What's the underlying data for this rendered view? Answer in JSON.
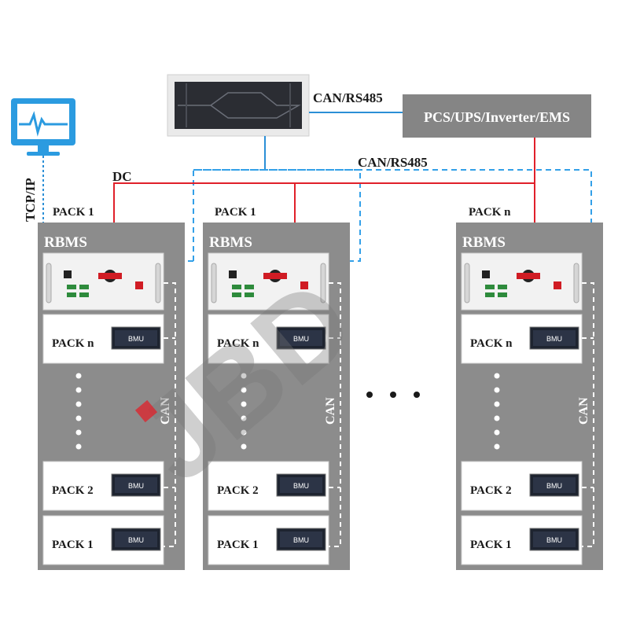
{
  "labels": {
    "tcp_ip": "TCP/IP",
    "dc": "DC",
    "can_rs485_top": "CAN/RS485",
    "can_rs485_bus": "CAN/RS485",
    "pcs": "PCS/UPS/Inverter/EMS",
    "can_vertical": "CAN"
  },
  "watermark": "JBD",
  "colors": {
    "dc_line": "#e0202a",
    "comm_line": "#2b8fd6",
    "comm_dashed": "#33a0e8",
    "rack": "#8c8c8c",
    "pcs_box": "#858585",
    "monitor": "#2b9be0"
  },
  "racks": [
    {
      "top_label": "PACK 1",
      "rbms": "RBMS",
      "packs": [
        {
          "label": "PACK n",
          "bmu": "BMU"
        },
        {
          "label": "PACK 2",
          "bmu": "BMU"
        },
        {
          "label": "PACK 1",
          "bmu": "BMU"
        }
      ]
    },
    {
      "top_label": "PACK 1",
      "rbms": "RBMS",
      "packs": [
        {
          "label": "PACK n",
          "bmu": "BMU"
        },
        {
          "label": "PACK 2",
          "bmu": "BMU"
        },
        {
          "label": "PACK 1",
          "bmu": "BMU"
        }
      ]
    },
    {
      "top_label": "PACK n",
      "rbms": "RBMS",
      "packs": [
        {
          "label": "PACK n",
          "bmu": "BMU"
        },
        {
          "label": "PACK 2",
          "bmu": "BMU"
        },
        {
          "label": "PACK 1",
          "bmu": "BMU"
        }
      ]
    }
  ]
}
